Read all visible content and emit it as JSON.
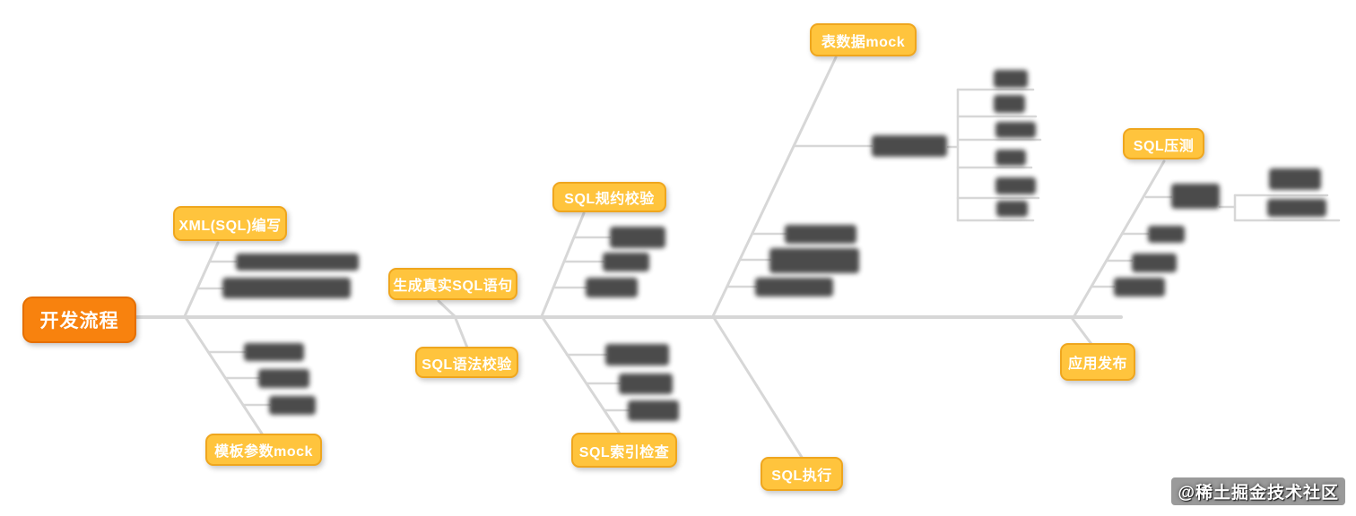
{
  "root": {
    "label": "开发流程"
  },
  "branches": {
    "top": [
      {
        "label": "XML(SQL)编写"
      },
      {
        "label": "生成真实SQL语句"
      },
      {
        "label": "SQL规约校验"
      },
      {
        "label": "表数据mock"
      },
      {
        "label": "SQL压测"
      }
    ],
    "bottom": [
      {
        "label": "模板参数mock"
      },
      {
        "label": "SQL语法校验"
      },
      {
        "label": "SQL索引检查"
      },
      {
        "label": "SQL执行"
      },
      {
        "label": "应用发布"
      }
    ]
  },
  "watermark": "@稀土掘金技术社区",
  "colors": {
    "root_fill": "#F8820E",
    "node_fill": "#FFC43D",
    "node_border": "#EFA61E",
    "line": "#D7D7D7",
    "blurred_text": "#3C3C3C",
    "background": "#FFFFFF"
  }
}
